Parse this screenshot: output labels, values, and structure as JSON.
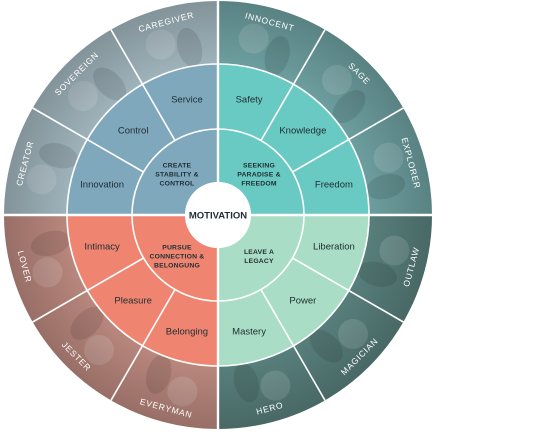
{
  "center": {
    "label": "MOTIVATION"
  },
  "quadrants": [
    {
      "id": "stability",
      "lines": [
        "CREATE",
        "STABILITY &",
        "CONTROL"
      ],
      "color": "#7fa8bd",
      "photo_tint": "#9fb3bb",
      "motivations": [
        "Innovation",
        "Control",
        "Service"
      ],
      "archetypes": [
        "CREATOR",
        "SOVEREIGN",
        "CAREGIVER"
      ]
    },
    {
      "id": "paradise",
      "lines": [
        "SEEKING",
        "PARADISE &",
        "FREEDOM"
      ],
      "color": "#69c9c3",
      "photo_tint": "#6d9e9f",
      "motivations": [
        "Safety",
        "Knowledge",
        "Freedom"
      ],
      "archetypes": [
        "INNOCENT",
        "SAGE",
        "EXPLORER"
      ]
    },
    {
      "id": "legacy",
      "lines": [
        "LEAVE A",
        "LEGACY"
      ],
      "color": "#a9ddc5",
      "photo_tint": "#587f7c",
      "motivations": [
        "Liberation",
        "Power",
        "Mastery"
      ],
      "archetypes": [
        "OUTLAW",
        "MAGICIAN",
        "HERO"
      ]
    },
    {
      "id": "connection",
      "lines": [
        "PURSUE",
        "CONNECTION &",
        "BELONGUNG"
      ],
      "color": "#ef8571",
      "photo_tint": "#b9877d",
      "motivations": [
        "Belonging",
        "Pleasure",
        "Intimacy"
      ],
      "archetypes": [
        "EVERYMAN",
        "JESTER",
        "LOVER"
      ]
    }
  ]
}
